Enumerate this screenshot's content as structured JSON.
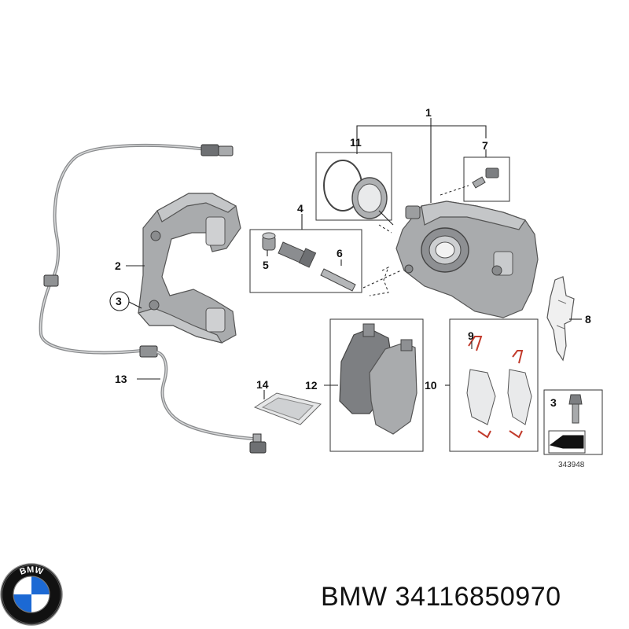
{
  "callouts": {
    "c1": "1",
    "c2": "2",
    "c3a": "3",
    "c3b": "3",
    "c4": "4",
    "c5": "5",
    "c6": "6",
    "c7": "7",
    "c8": "8",
    "c9": "9",
    "c10": "10",
    "c11": "11",
    "c12": "12",
    "c13": "13",
    "c14": "14"
  },
  "diagram_ref": "343948",
  "logo": {
    "text": "BMW",
    "colors": {
      "ring": "#111111",
      "blue": "#1c69d4",
      "white": "#ffffff"
    }
  },
  "caption": "BMW 34116850970"
}
